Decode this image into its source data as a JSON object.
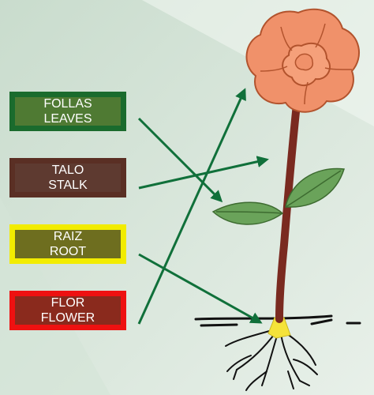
{
  "labels": [
    {
      "key": "leaves",
      "line1": "FOLLAS",
      "line2": "LEAVES",
      "border": "#1a6b2d",
      "fill": "#4f7a33"
    },
    {
      "key": "stalk",
      "line1": "TALO",
      "line2": "STALK",
      "border": "#5a2f24",
      "fill": "#5e3a30"
    },
    {
      "key": "root",
      "line1": "RAIZ",
      "line2": "ROOT",
      "border": "#f2ec00",
      "fill": "#6e6e1f"
    },
    {
      "key": "flower",
      "line1": "FLOR",
      "line2": "FLOWER",
      "border": "#ee1111",
      "fill": "#8a2a1d"
    }
  ],
  "colors": {
    "background": "#dde9df",
    "arrow": "#10703a",
    "petal": "#f0916a",
    "petal_outline": "#b2532d",
    "stem": "#7a2a20",
    "leaf": "#6aa35a",
    "ground": "#111111",
    "root_base": "#f5e33a"
  },
  "icons": [
    "plant-illustration",
    "flower-head",
    "leaf",
    "roots"
  ]
}
